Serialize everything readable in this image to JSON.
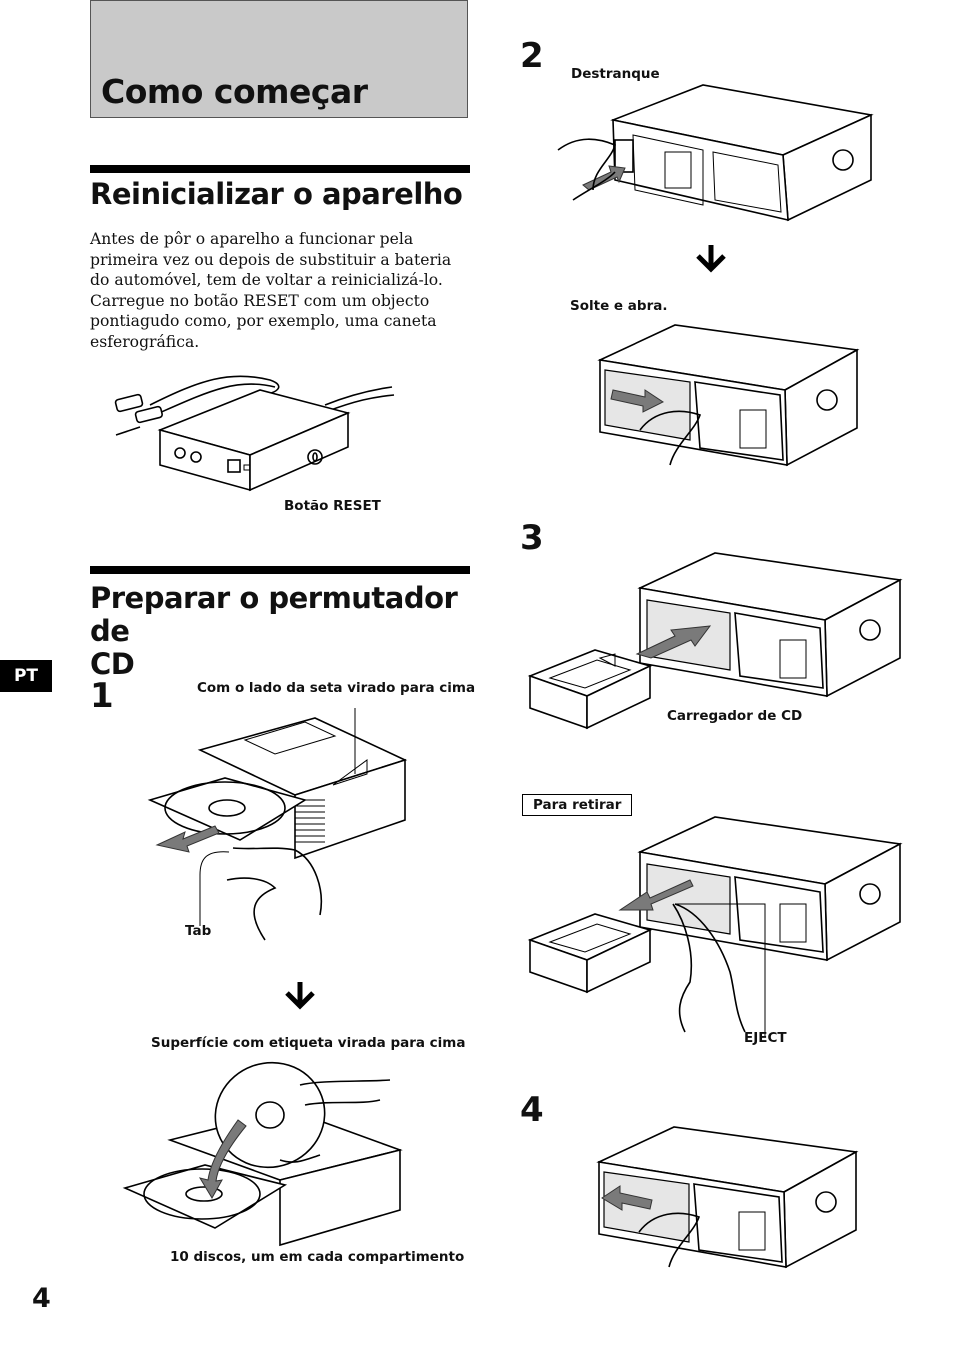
{
  "header": {
    "title": "Como começar"
  },
  "section_reset": {
    "heading": "Reinicializar o aparelho",
    "paragraph_lines": [
      "Antes de pôr o aparelho a funcionar pela",
      "primeira vez ou depois de substituir a bateria",
      "do automóvel, tem de voltar a reinicializá-lo.",
      "Carregue no botão RESET com um objecto",
      "pontiagudo como, por exemplo, uma caneta",
      "esferográfica."
    ],
    "reset_caption": "Botão RESET"
  },
  "section_changer": {
    "heading_line1": "Preparar o permutador de",
    "heading_line2": "CD",
    "step1": {
      "number": "1",
      "arrow_caption": "Com o lado da seta virado para cima",
      "tab_caption": "Tab",
      "label_caption": "Superfície com etiqueta virada para cima",
      "discs_caption": "10 discos, um em cada compartimento"
    },
    "step2": {
      "number": "2",
      "unlock_caption": "Destranque",
      "release_caption": "Solte e abra."
    },
    "step3": {
      "number": "3",
      "magazine_caption": "Carregador de CD",
      "remove_label": "Para retirar",
      "eject_caption": "EJECT"
    },
    "step4": {
      "number": "4"
    }
  },
  "language_tab": "PT",
  "page_number": "4"
}
